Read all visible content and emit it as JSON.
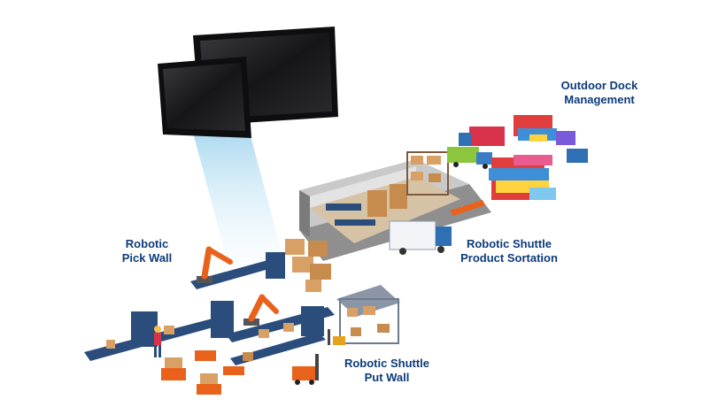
{
  "labels": {
    "pick_wall": {
      "line1": "Robotic",
      "line2": "Pick Wall"
    },
    "sortation": {
      "line1": "Robotic Shuttle",
      "line2": "Product Sortation"
    },
    "put_wall": {
      "line1": "Robotic Shuttle",
      "line2": "Put Wall"
    },
    "dock": {
      "line1": "Outdoor Dock",
      "line2": "Management"
    }
  },
  "colors": {
    "label_text": "#0d3b7a",
    "monitor": "#1c1c1e",
    "beam": "#bfe3f5",
    "conveyor": "#2a4d7c",
    "robot_arm": "#e8621c",
    "boxes": "#d9a066",
    "floor": "#b9b9b9"
  },
  "icons": [
    "monitor-icon",
    "robot-arm-icon",
    "forklift-icon",
    "truck-icon",
    "shipping-container-icon",
    "storage-rack-icon",
    "worker-icon",
    "agv-icon"
  ]
}
